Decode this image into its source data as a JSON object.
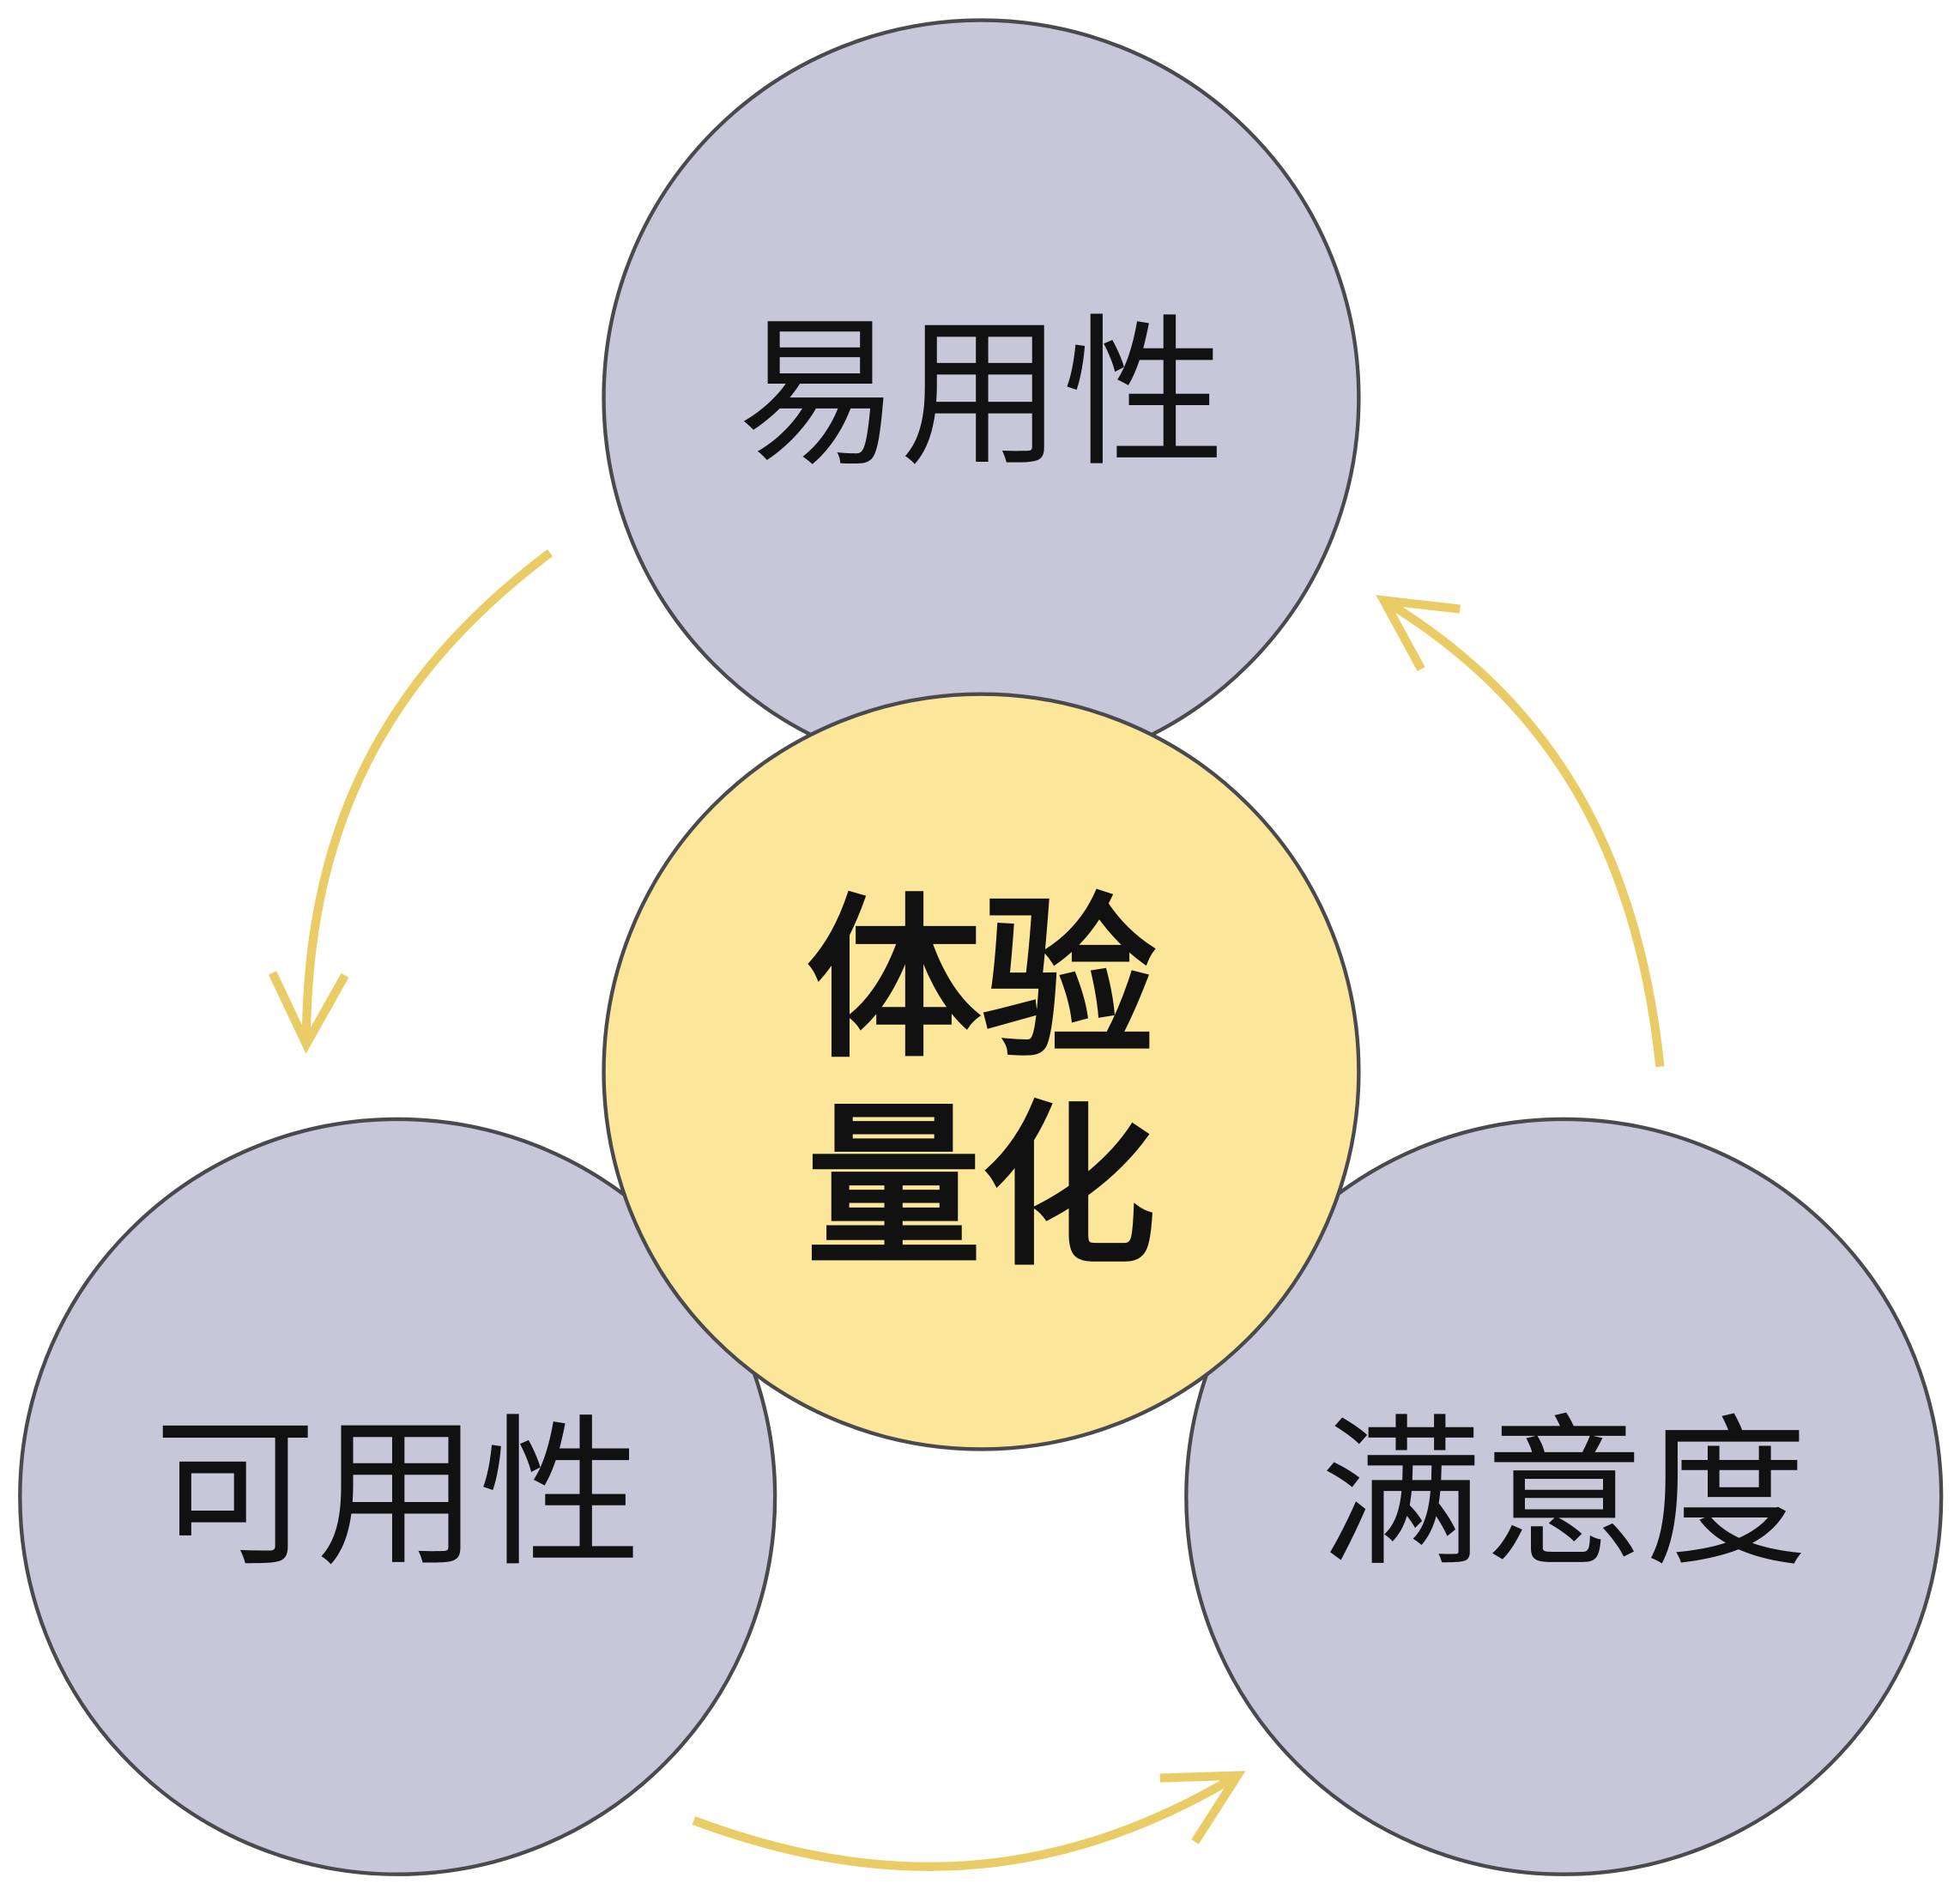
{
  "diagram": {
    "center": {
      "line1": "体验",
      "line2": "量化"
    },
    "nodes": [
      {
        "id": "top",
        "label": "易用性"
      },
      {
        "id": "left",
        "label": "可用性"
      },
      {
        "id": "right",
        "label": "满意度"
      }
    ],
    "colors": {
      "outer_fill": "#c8c7d9",
      "center_fill": "#fce699",
      "stroke": "#4a4a4e",
      "arrow": "#e9cc66",
      "text": "#111111"
    },
    "flow": [
      "易用性",
      "可用性",
      "满意度",
      "易用性"
    ]
  }
}
